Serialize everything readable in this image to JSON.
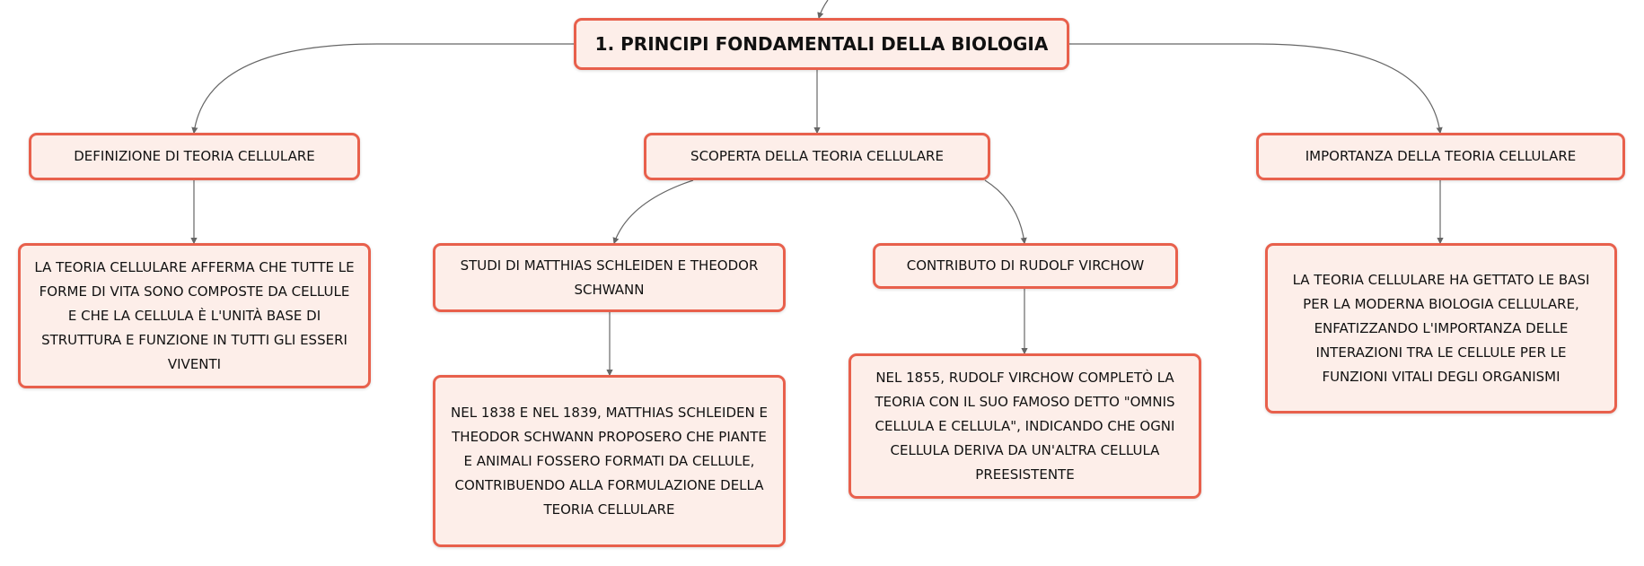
{
  "root": {
    "label": "1. PRINCIPI FONDAMENTALI DELLA BIOLOGIA"
  },
  "branches": {
    "definizione": {
      "label": "DEFINIZIONE DI TEORIA CELLULARE",
      "detail": "LA TEORIA CELLULARE AFFERMA CHE TUTTE LE FORME DI VITA SONO COMPOSTE DA CELLULE E CHE LA CELLULA È L'UNITÀ BASE DI STRUTTURA E FUNZIONE IN TUTTI GLI ESSERI VIVENTI"
    },
    "scoperta": {
      "label": "SCOPERTA DELLA TEORIA CELLULARE",
      "studi": {
        "label": "STUDI DI MATTHIAS SCHLEIDEN E THEODOR SCHWANN",
        "detail": "NEL 1838 E NEL 1839, MATTHIAS SCHLEIDEN E THEODOR SCHWANN PROPOSERO CHE PIANTE E ANIMALI FOSSERO FORMATI DA CELLULE, CONTRIBUENDO ALLA FORMULAZIONE DELLA TEORIA CELLULARE"
      },
      "virchow": {
        "label": "CONTRIBUTO DI RUDOLF VIRCHOW",
        "detail": "NEL 1855, RUDOLF VIRCHOW COMPLETÒ LA TEORIA CON IL SUO FAMOSO DETTO \"OMNIS CELLULA E CELLULA\", INDICANDO CHE OGNI CELLULA DERIVA DA UN'ALTRA CELLULA PREESISTENTE"
      }
    },
    "importanza": {
      "label": "IMPORTANZA DELLA TEORIA CELLULARE",
      "detail": "LA TEORIA CELLULARE HA GETTATO LE BASI PER LA MODERNA BIOLOGIA CELLULARE, ENFATIZZANDO L'IMPORTANZA DELLE INTERAZIONI TRA LE CELLULE PER LE FUNZIONI VITALI DEGLI ORGANISMI"
    }
  },
  "colors": {
    "border": "#e8604c",
    "fill": "#fdeee9",
    "edge": "#666666"
  }
}
